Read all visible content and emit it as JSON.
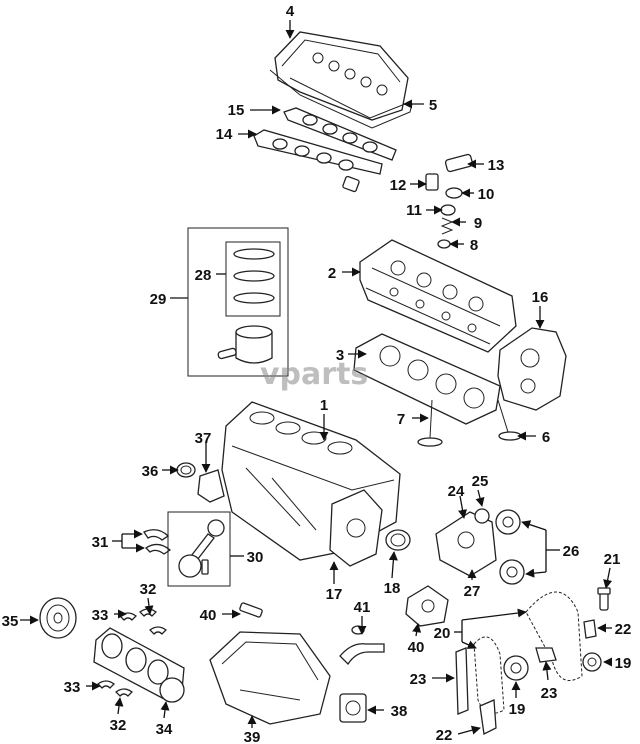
{
  "watermark": "vparts",
  "callouts": {
    "c1": "1",
    "c2": "2",
    "c3": "3",
    "c4": "4",
    "c5": "5",
    "c6": "6",
    "c7": "7",
    "c8": "8",
    "c9": "9",
    "c10": "10",
    "c11": "11",
    "c12": "12",
    "c13": "13",
    "c14": "14",
    "c15": "15",
    "c16": "16",
    "c17": "17",
    "c18": "18",
    "c19": "19",
    "c20": "20",
    "c21": "21",
    "c22a": "22",
    "c22b": "22",
    "c23a": "23",
    "c23b": "23",
    "c24": "24",
    "c25": "25",
    "c26": "26",
    "c27": "27",
    "c28": "28",
    "c29": "29",
    "c30": "30",
    "c31": "31",
    "c32a": "32",
    "c32b": "32",
    "c33a": "33",
    "c33b": "33",
    "c34": "34",
    "c35": "35",
    "c36": "36",
    "c37": "37",
    "c38": "38",
    "c39": "39",
    "c40a": "40",
    "c40b": "40",
    "c41": "41"
  }
}
